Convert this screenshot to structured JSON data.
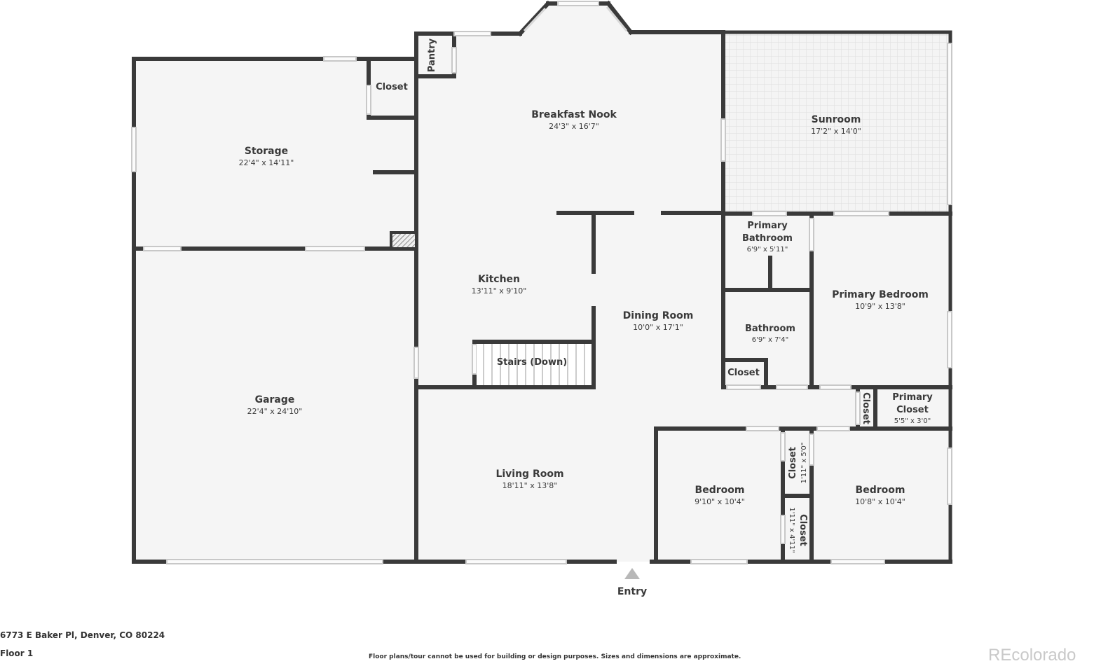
{
  "rooms": {
    "breakfast_nook": {
      "name": "Breakfast Nook",
      "dim": "24'3\" x 16'7\""
    },
    "sunroom": {
      "name": "Sunroom",
      "dim": "17'2\" x 14'0\""
    },
    "storage": {
      "name": "Storage",
      "dim": "22'4\" x 14'11\""
    },
    "closet_storage": {
      "name": "Closet"
    },
    "pantry": {
      "name": "Pantry"
    },
    "kitchen": {
      "name": "Kitchen",
      "dim": "13'11\" x 9'10\""
    },
    "dining_room": {
      "name": "Dining Room",
      "dim": "10'0\" x 17'1\""
    },
    "stairs": {
      "name": "Stairs (Down)"
    },
    "primary_bathroom": {
      "name_line1": "Primary",
      "name_line2": "Bathroom",
      "dim": "6'9\" x 5'11\""
    },
    "primary_bedroom": {
      "name": "Primary Bedroom",
      "dim": "10'9\" x 13'8\""
    },
    "bathroom": {
      "name": "Bathroom",
      "dim": "6'9\" x 7'4\""
    },
    "closet_bath": {
      "name": "Closet"
    },
    "closet_hall": {
      "name": "Closet"
    },
    "primary_closet": {
      "name_line1": "Primary",
      "name_line2": "Closet",
      "dim": "5'5\" x 3'0\""
    },
    "garage": {
      "name": "Garage",
      "dim": "22'4\" x 24'10\""
    },
    "living_room": {
      "name": "Living Room",
      "dim": "18'11\" x 13'8\""
    },
    "bedroom_1": {
      "name": "Bedroom",
      "dim": "9'10\" x 10'4\""
    },
    "bedroom_2": {
      "name": "Bedroom",
      "dim": "10'8\" x 10'4\""
    },
    "closet_bed1": {
      "name": "Closet",
      "dim": "1'11\" x 5'0\""
    },
    "closet_bed2": {
      "name": "Closet",
      "dim": "1'11\" x 4'11\""
    }
  },
  "entry_label": "Entry",
  "address": "6773 E Baker Pl, Denver, CO 80224",
  "floor_label": "Floor 1",
  "disclaimer": "Floor plans/tour cannot be used for building or design purposes. Sizes and dimensions are approximate.",
  "brand": "REcolorado",
  "colors": {
    "wall": "#3a3a3a",
    "floor": "#f5f5f5",
    "window": "#e4e4e4",
    "watermark": "#c9c9c9"
  }
}
